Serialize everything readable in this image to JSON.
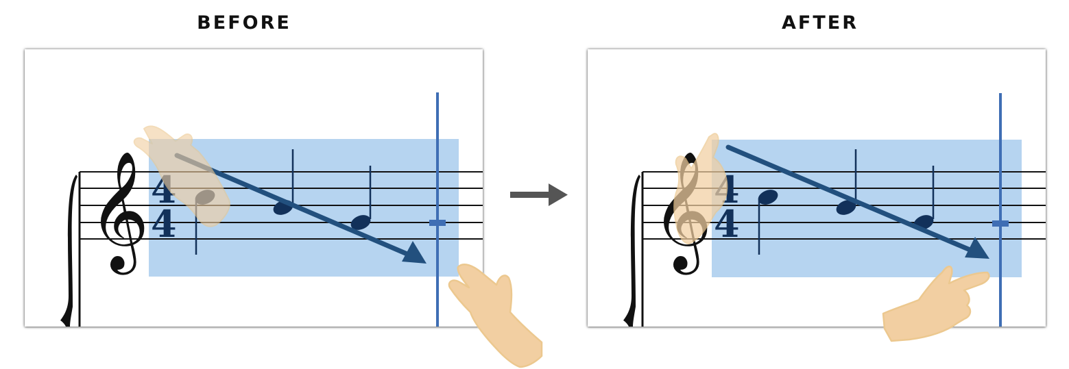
{
  "panels": {
    "before": {
      "title": "BEFORE"
    },
    "after": {
      "title": "AFTER"
    }
  },
  "time_signature": {
    "top": "4",
    "bottom": "4"
  },
  "colors": {
    "selection": "#b6d4f0",
    "playhead": "#3f6eb4",
    "arrow": "#22507e",
    "note": "#12315a",
    "staff": "#111111",
    "hand_fill": "#f2cfa2",
    "hand_stroke": "#ecc88f",
    "transition_arrow": "#555555"
  },
  "icons": [
    "treble-clef-icon",
    "drag-arrow-icon",
    "hand-icon",
    "right-arrow-icon"
  ]
}
